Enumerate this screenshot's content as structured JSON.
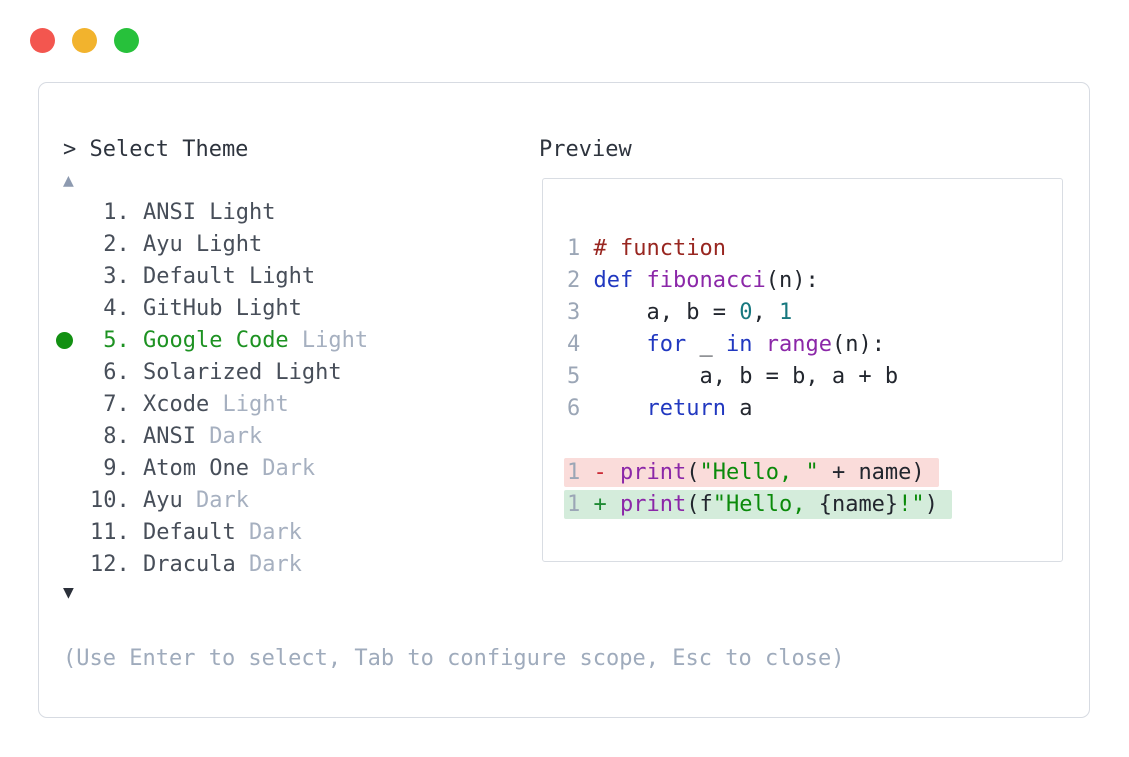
{
  "colors": {
    "traffic_red": "#f3564f",
    "traffic_yellow": "#f2b32d",
    "traffic_green": "#27c13b",
    "panel_border": "#d7dbe2",
    "prompt_text": "#2e343e",
    "list_text": "#474e59",
    "muted_text": "#a6b0c0",
    "selection_green": "#1d9222",
    "selected_dot_green": "#129012",
    "up_arrow": "#8d9ab0",
    "down_arrow": "#2b303a",
    "help_text": "#9fabbc",
    "preview_border": "#d9dde3",
    "line_number": "#9ba6b6",
    "code_plain": "#22262e",
    "code_comment": "#982620",
    "code_keyword": "#2138c0",
    "code_function": "#8b27a8",
    "code_literal": "#17787f",
    "code_string": "#0a8a0a",
    "diff_removed_bg": "#fadcda",
    "diff_added_bg": "#d4ecdb",
    "diff_removed_sign": "#cb2a35",
    "diff_added_sign": "#1f8a34"
  },
  "window": {
    "controls": [
      {
        "name": "close"
      },
      {
        "name": "minimize"
      },
      {
        "name": "zoom"
      }
    ]
  },
  "prompt": {
    "text": "> Select Theme"
  },
  "theme_list": {
    "up_indicator": "▲",
    "down_indicator": "▼",
    "items": [
      {
        "num": "1.",
        "selected": false,
        "parts": [
          {
            "text": "ANSI Light",
            "style": "normal"
          }
        ]
      },
      {
        "num": "2.",
        "selected": false,
        "parts": [
          {
            "text": "Ayu Light",
            "style": "normal"
          }
        ]
      },
      {
        "num": "3.",
        "selected": false,
        "parts": [
          {
            "text": "Default Light",
            "style": "normal"
          }
        ]
      },
      {
        "num": "4.",
        "selected": false,
        "parts": [
          {
            "text": "GitHub Light",
            "style": "normal"
          }
        ]
      },
      {
        "num": "5.",
        "selected": true,
        "parts": [
          {
            "text": "Google Code",
            "style": "selected"
          },
          {
            "text": " Light",
            "style": "muted"
          }
        ]
      },
      {
        "num": "6.",
        "selected": false,
        "parts": [
          {
            "text": "Solarized Light",
            "style": "normal"
          }
        ]
      },
      {
        "num": "7.",
        "selected": false,
        "parts": [
          {
            "text": "Xcode",
            "style": "normal"
          },
          {
            "text": " Light",
            "style": "muted"
          }
        ]
      },
      {
        "num": "8.",
        "selected": false,
        "parts": [
          {
            "text": "ANSI",
            "style": "normal"
          },
          {
            "text": " Dark",
            "style": "muted"
          }
        ]
      },
      {
        "num": "9.",
        "selected": false,
        "parts": [
          {
            "text": "Atom One",
            "style": "normal"
          },
          {
            "text": " Dark",
            "style": "muted"
          }
        ]
      },
      {
        "num": "10.",
        "selected": false,
        "parts": [
          {
            "text": "Ayu",
            "style": "normal"
          },
          {
            "text": " Dark",
            "style": "muted"
          }
        ]
      },
      {
        "num": "11.",
        "selected": false,
        "parts": [
          {
            "text": "Default",
            "style": "normal"
          },
          {
            "text": " Dark",
            "style": "muted"
          }
        ]
      },
      {
        "num": "12.",
        "selected": false,
        "parts": [
          {
            "text": "Dracula",
            "style": "normal"
          },
          {
            "text": " Dark",
            "style": "muted"
          }
        ]
      }
    ]
  },
  "preview": {
    "heading": "Preview",
    "code_lines": [
      {
        "num": "1",
        "tokens": [
          {
            "text": "# function",
            "type": "comment"
          }
        ]
      },
      {
        "num": "2",
        "tokens": [
          {
            "text": "def",
            "type": "keyword"
          },
          {
            "text": " ",
            "type": "plain"
          },
          {
            "text": "fibonacci",
            "type": "function"
          },
          {
            "text": "(n):",
            "type": "plain"
          }
        ]
      },
      {
        "num": "3",
        "tokens": [
          {
            "text": "    a, b = ",
            "type": "plain"
          },
          {
            "text": "0",
            "type": "literal"
          },
          {
            "text": ", ",
            "type": "plain"
          },
          {
            "text": "1",
            "type": "literal"
          }
        ]
      },
      {
        "num": "4",
        "tokens": [
          {
            "text": "    ",
            "type": "plain"
          },
          {
            "text": "for",
            "type": "keyword"
          },
          {
            "text": " _ ",
            "type": "plain"
          },
          {
            "text": "in",
            "type": "keyword"
          },
          {
            "text": " ",
            "type": "plain"
          },
          {
            "text": "range",
            "type": "function"
          },
          {
            "text": "(n):",
            "type": "plain"
          }
        ]
      },
      {
        "num": "5",
        "tokens": [
          {
            "text": "        a, b = b, a + b",
            "type": "plain"
          }
        ]
      },
      {
        "num": "6",
        "tokens": [
          {
            "text": "    ",
            "type": "plain"
          },
          {
            "text": "return",
            "type": "keyword"
          },
          {
            "text": " a",
            "type": "plain"
          }
        ]
      }
    ],
    "diff_lines": [
      {
        "num": "1",
        "sign": "-",
        "kind": "removed",
        "tokens": [
          {
            "text": "print",
            "type": "function"
          },
          {
            "text": "(",
            "type": "plain"
          },
          {
            "text": "\"Hello, \"",
            "type": "string"
          },
          {
            "text": " + name)",
            "type": "plain"
          }
        ]
      },
      {
        "num": "1",
        "sign": "+",
        "kind": "added",
        "tokens": [
          {
            "text": "print",
            "type": "function"
          },
          {
            "text": "(f",
            "type": "plain"
          },
          {
            "text": "\"Hello, ",
            "type": "string"
          },
          {
            "text": "{name}",
            "type": "plain"
          },
          {
            "text": "!\"",
            "type": "string"
          },
          {
            "text": ")",
            "type": "plain"
          }
        ]
      }
    ]
  },
  "footer": {
    "help": "(Use Enter to select, Tab to configure scope, Esc to close)"
  }
}
